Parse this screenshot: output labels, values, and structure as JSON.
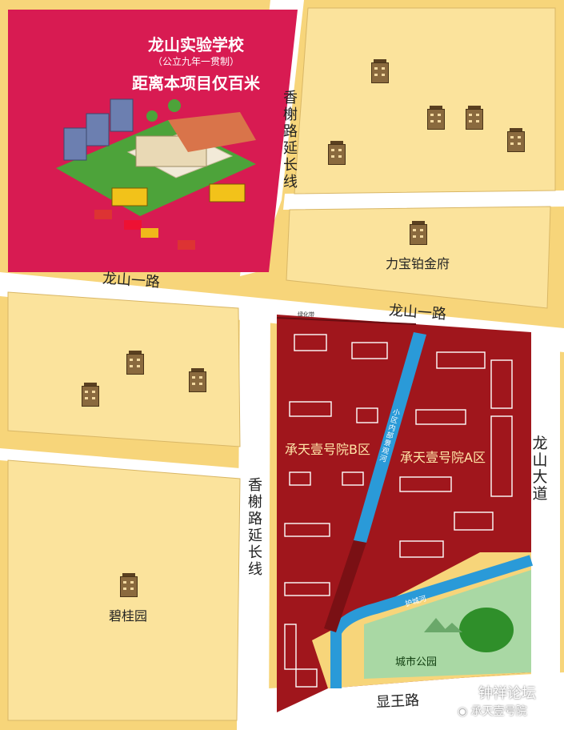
{
  "colors": {
    "background": "#f7d57a",
    "road": "#ffffff",
    "school_block": "#d81b52",
    "project_block": "#a0161c",
    "river": "#2a9ad8",
    "park": "#a9d8a4",
    "building": "#8a6a3e"
  },
  "school": {
    "name": "龙山实验学校",
    "note": "（公立九年一贯制）",
    "distance": "距离本项目仅百米"
  },
  "roads": {
    "xiangshu_north": "香榭路延长线",
    "xiangshu_south": "香榭路延长线",
    "longshan_yilu_west": "龙山一路",
    "longshan_yilu_east": "龙山一路",
    "longshan_dadao": "龙山大道",
    "xianwang_lu": "显王路"
  },
  "places": {
    "libao": "力宝铂金府",
    "biguiyuan": "碧桂园",
    "city_park": "城市公园"
  },
  "project": {
    "zone_b": "承天壹号院B区",
    "zone_a": "承天壹号院A区",
    "river_label": "小区内部景观河",
    "moat_label": "护城河",
    "green_belt_label": "绿化带"
  },
  "watermark": {
    "forum": "钟祥论坛",
    "account": "承天壹号院"
  }
}
